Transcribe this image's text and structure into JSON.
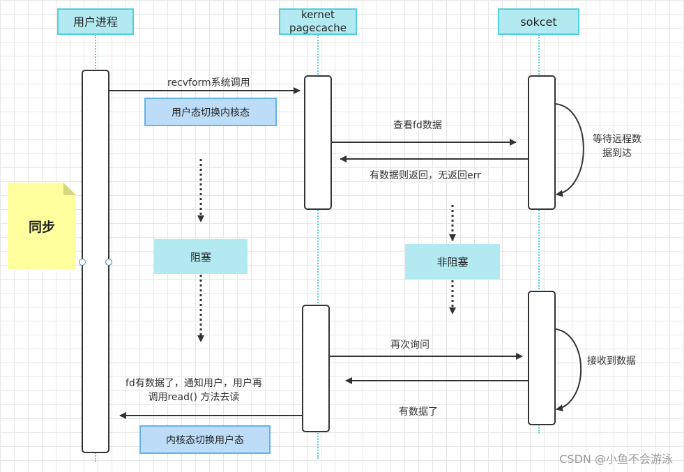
{
  "participants": {
    "user_process": "用户进程",
    "kernel": "kernet\npagecache",
    "socket": "sokcet"
  },
  "messages": {
    "recvform": "recvform系统调用",
    "check_fd": "查看fd数据",
    "return_or_err": "有数据则返回，无返回err",
    "wait_remote": "等待远程数\n据到达",
    "ask_again": "再次询问",
    "receive_data": "接收到数据",
    "has_data": "有数据了",
    "notify_user": "fd有数据了，通知用户，用户再\n调用read()  方法去读"
  },
  "notes": {
    "user_to_kernel": "用户态切换内核态",
    "kernel_to_user": "内核态切换用户态",
    "blocking": "阻塞",
    "non_blocking": "非阻塞",
    "sync": "同步"
  },
  "watermark": "CSDN @小鱼不会游泳",
  "colors": {
    "header_fill": "#b3eaf2",
    "header_border": "#4fd0de",
    "note_fill": "#bcdcf7",
    "note_border": "#65b2ee",
    "sync_fill": "#ffff9e"
  }
}
